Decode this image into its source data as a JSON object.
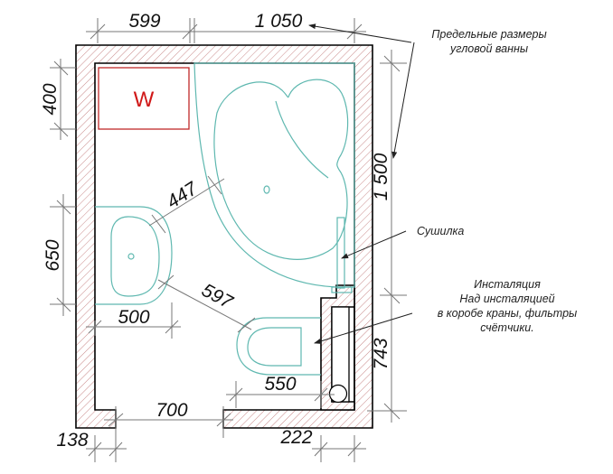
{
  "diagram": {
    "type": "bathroom-floor-plan",
    "colors": {
      "wall_outline": "#000000",
      "hatch": "#c98a8a",
      "fixtures": "#5fb8b0",
      "washer": "#d01818",
      "dimension_lines": "#777777",
      "text": "#111111"
    },
    "dimensions": {
      "top_left": "599",
      "top_right": "1 050",
      "left_top": "400",
      "left_middle": "650",
      "sink_width": "500",
      "sink_to_bath": "447",
      "sink_to_toilet": "597",
      "right_main": "1 500",
      "right_lower": "743",
      "toilet_clearance": "550",
      "door_opening": "700",
      "bottom_left": "138",
      "bottom_right": "222"
    },
    "fixtures": {
      "washer_label": "W"
    },
    "annotations": {
      "bath_limits_line1": "Предельные размеры",
      "bath_limits_line2": "угловой ванны",
      "dryer": "Сушилка",
      "install_line1": "Инсталяция",
      "install_line2": "Над инсталяцией",
      "install_line3": "в коробе краны, фильтры",
      "install_line4": "счётчики."
    }
  }
}
